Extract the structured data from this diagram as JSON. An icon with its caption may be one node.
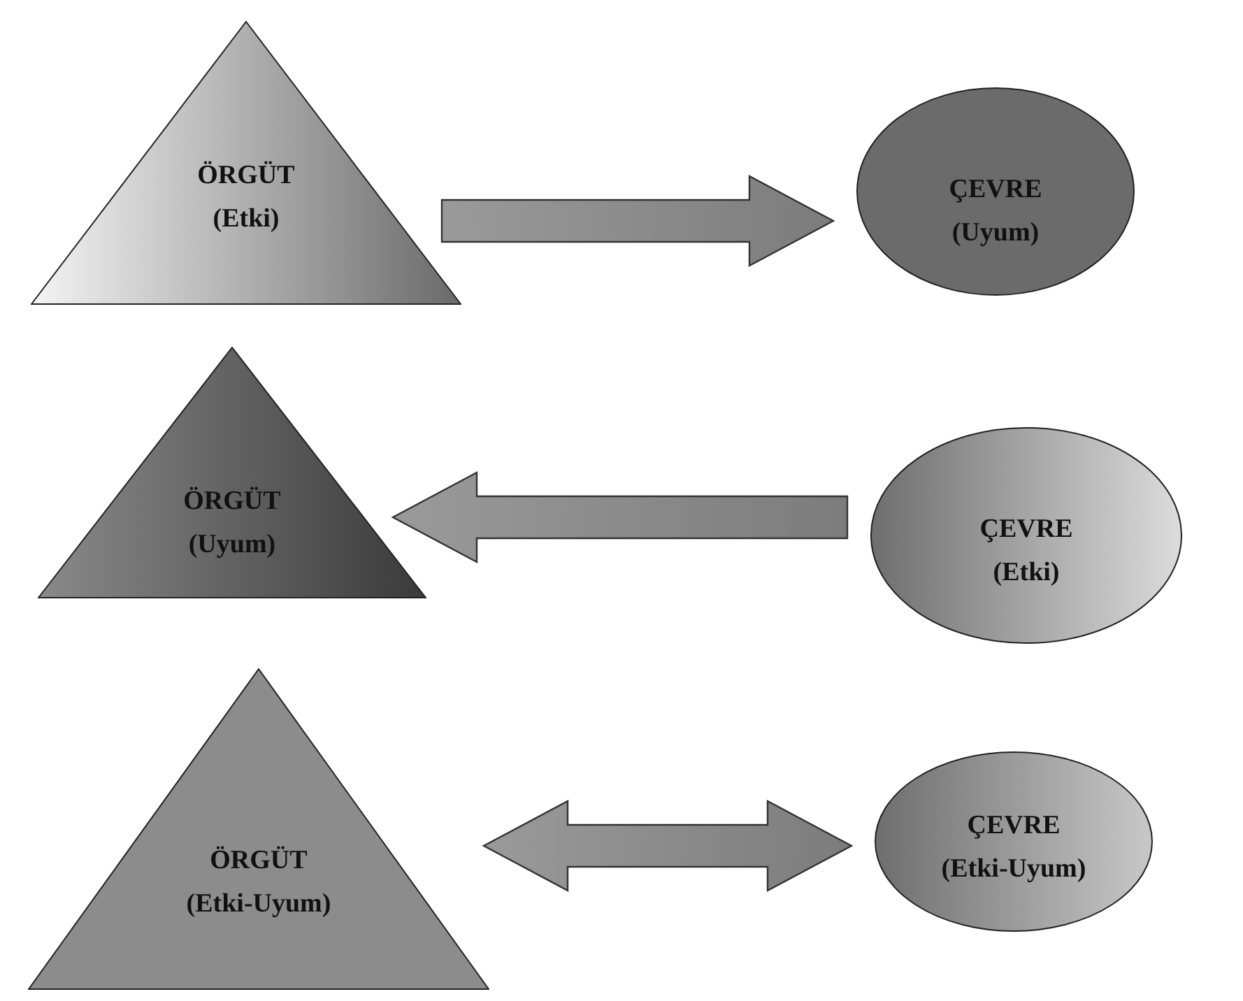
{
  "diagram": {
    "nodes": [
      {
        "text": [
          "ÖRGÜT",
          "(Etki)"
        ]
      },
      {
        "text": [
          "ÇEVRE",
          "(Uyum)"
        ]
      },
      {
        "text": [
          "ÖRGÜT",
          "(Uyum)"
        ]
      },
      {
        "text": [
          "ÇEVRE",
          "(Etki)"
        ]
      },
      {
        "text": [
          "ÖRGÜT",
          "(Etki-Uyum)"
        ]
      },
      {
        "text": [
          "ÇEVRE",
          "(Etki-Uyum)"
        ]
      }
    ],
    "edges": [
      {
        "from": 0,
        "to": 1,
        "arrow": "to"
      },
      {
        "from": 3,
        "to": 2,
        "arrow": "to"
      },
      {
        "from": 4,
        "to": 5,
        "arrow": "both"
      }
    ]
  }
}
